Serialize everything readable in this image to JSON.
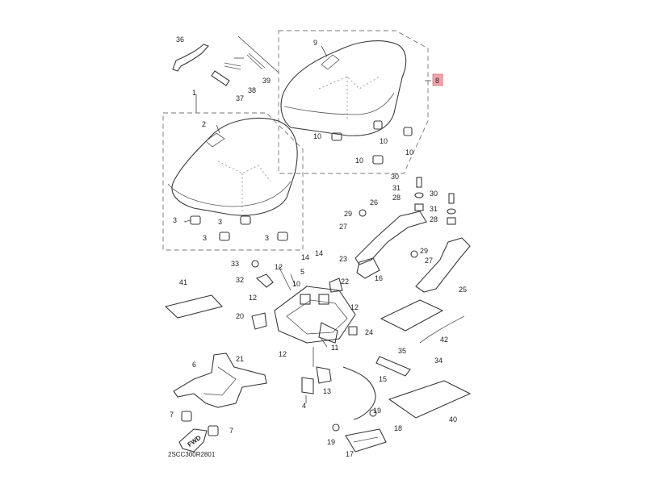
{
  "diagram": {
    "drawing_code": "2SCC300R2801",
    "highlighted_label": "8",
    "direction_label": "FWD",
    "callouts": [
      "1",
      "2",
      "3",
      "4",
      "5",
      "6",
      "7",
      "8",
      "9",
      "10",
      "11",
      "12",
      "13",
      "14",
      "15",
      "16",
      "17",
      "18",
      "19",
      "20",
      "21",
      "22",
      "23",
      "24",
      "25",
      "26",
      "27",
      "28",
      "29",
      "30",
      "31",
      "32",
      "33",
      "34",
      "35",
      "36",
      "37",
      "38",
      "39",
      "40",
      "41",
      "42"
    ]
  }
}
